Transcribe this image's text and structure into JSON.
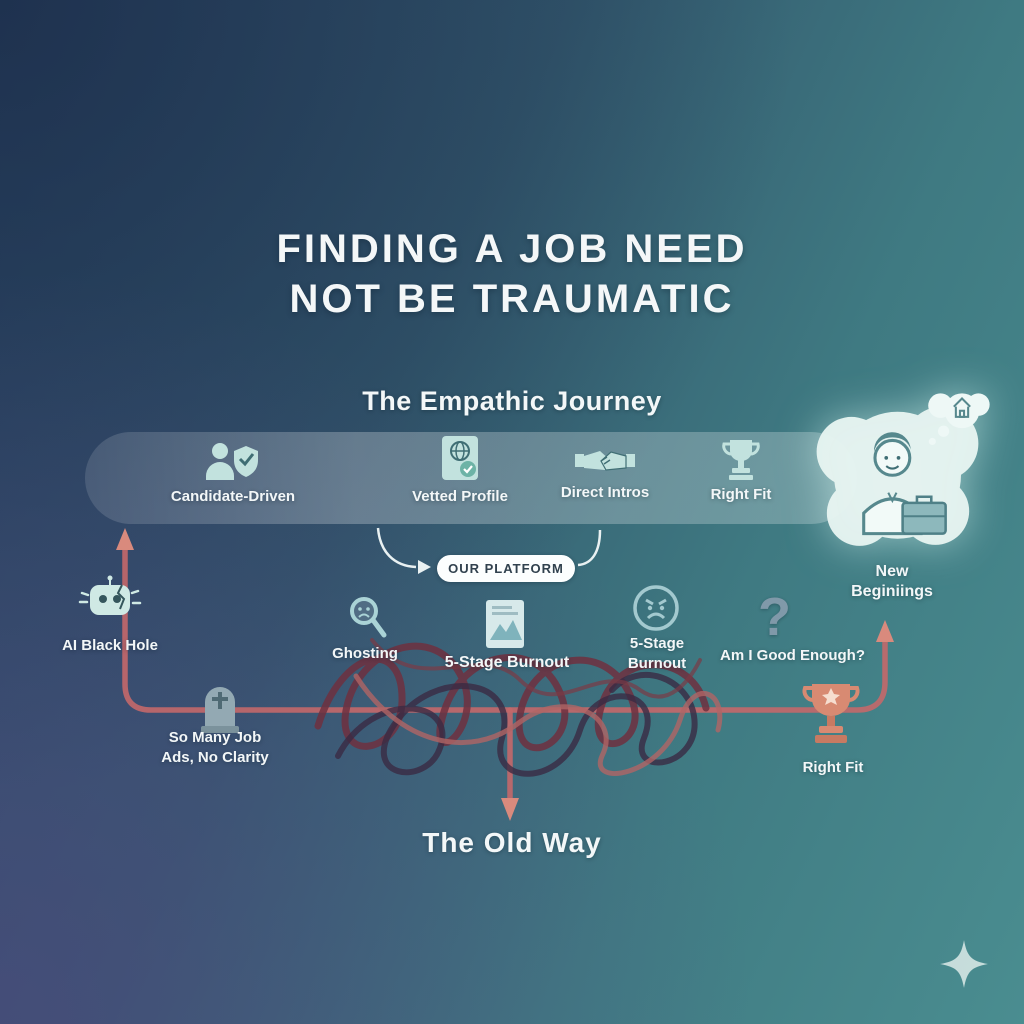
{
  "title": {
    "line1": "FINDING A JOB NEED",
    "line2": "NOT BE TRAUMATIC"
  },
  "empathic_journey": {
    "heading": "The Empathic Journey",
    "steps": [
      {
        "label": "Candidate-Driven",
        "icon": "candidate-shield-icon"
      },
      {
        "label": "Vetted Profile",
        "icon": "vetted-profile-icon"
      },
      {
        "label": "Direct Intros",
        "icon": "handshake-icon"
      },
      {
        "label": "Right Fit",
        "icon": "trophy-icon"
      }
    ],
    "endpoint_label": "New Beginiings"
  },
  "platform_badge": {
    "label": "OUR PLATFORM"
  },
  "old_way": {
    "heading": "The Old Way",
    "items": [
      {
        "label": "AI Black Hole",
        "icon": "robot-icon"
      },
      {
        "label": "So Many Job Ads, No Clarity",
        "icon": "tombstone-icon"
      },
      {
        "label": "Ghosting",
        "icon": "magnifier-icon"
      },
      {
        "label": "5-Stage Burnout",
        "icon": "burnout-document-icon"
      },
      {
        "label": "5-Stage Burnout",
        "icon": "angry-face-icon"
      },
      {
        "label": "Am I Good Enough?",
        "icon": "question-mark-icon"
      },
      {
        "label": "Right Fit",
        "icon": "trophy-salmon-icon"
      }
    ]
  },
  "question_glyph": "?",
  "decor": {
    "sparkle_icon": "sparkle-icon"
  },
  "colors": {
    "background_navy": "#2c4767",
    "background_teal": "#4a8d90",
    "background_purple": "#544682",
    "band_overlay": "rgba(255,255,255,0.24)",
    "path_red": "#c4686a",
    "tangle_maroon": "#6e3040",
    "tangle_dark": "#3a2a44",
    "icon_teal": "#c2e2de",
    "trophy_salmon": "#d88a72"
  }
}
